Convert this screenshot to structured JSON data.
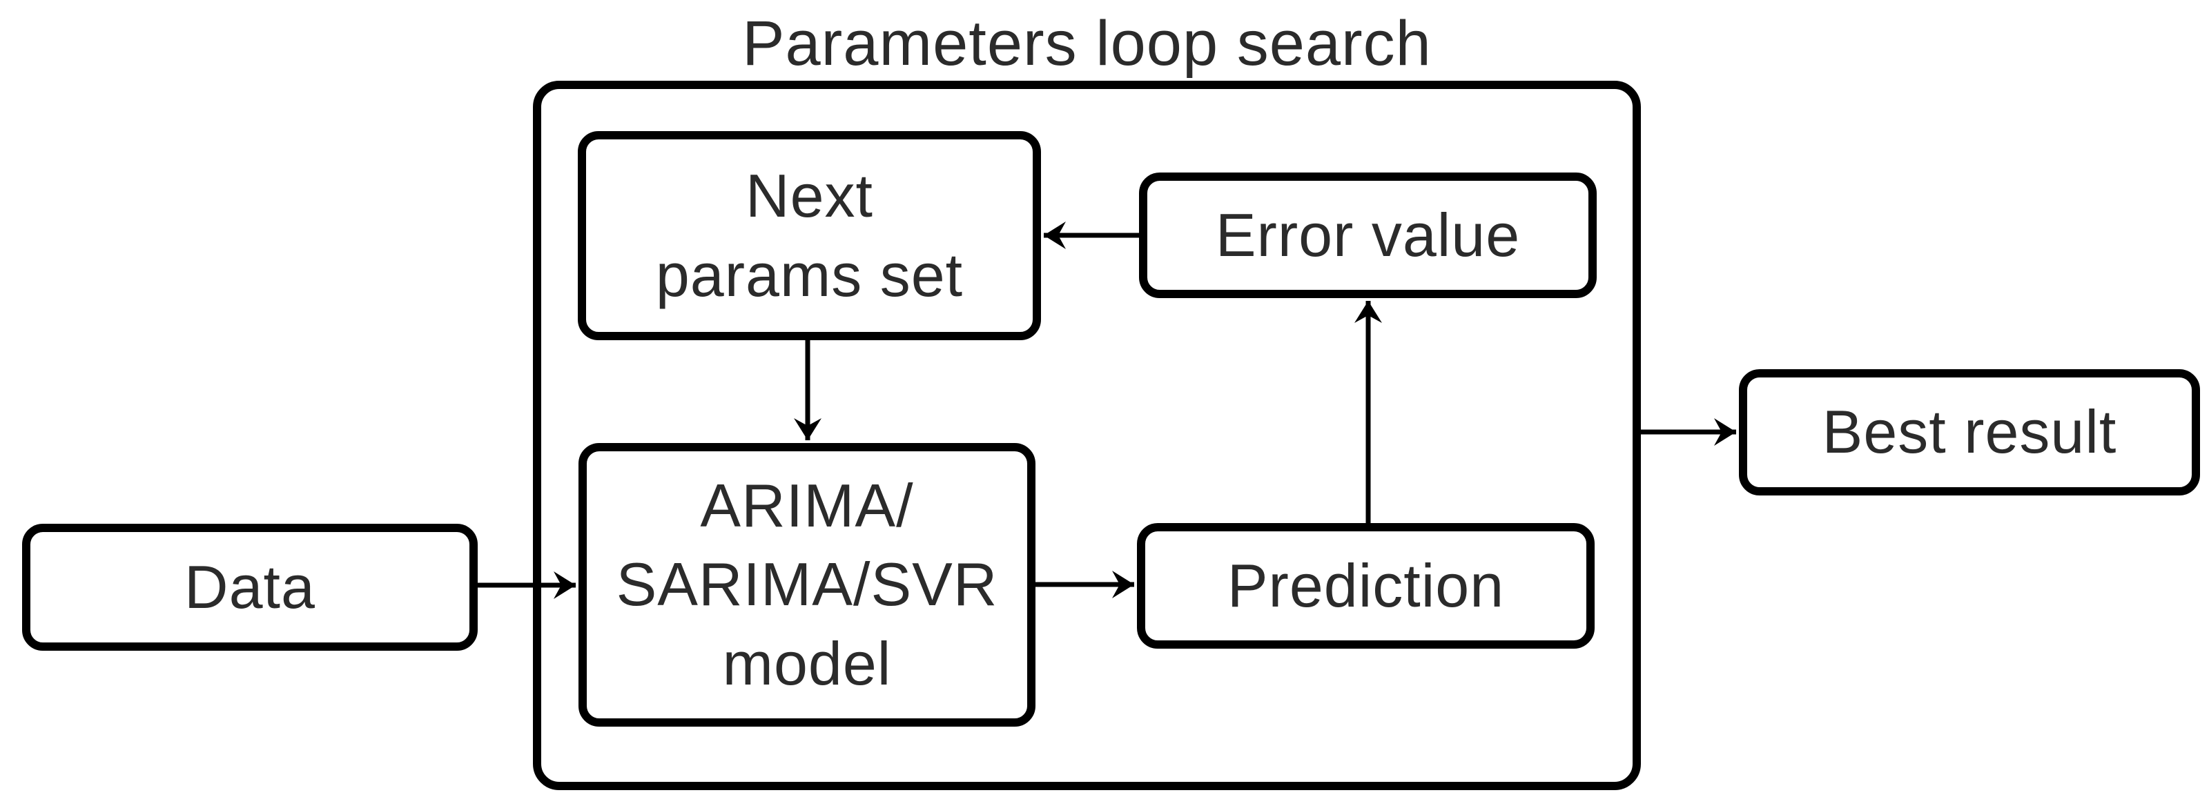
{
  "diagram": {
    "title": "Parameters loop search",
    "nodes": {
      "data": {
        "label": "Data"
      },
      "next": {
        "label": "Next\nparams set"
      },
      "model": {
        "label": "ARIMA/\nSARIMA/SVR\nmodel"
      },
      "error": {
        "label": "Error value"
      },
      "prediction": {
        "label": "Prediction"
      },
      "best": {
        "label": "Best result"
      }
    },
    "edges": [
      {
        "from": "Data",
        "to": "ARIMA/SARIMA/SVR model"
      },
      {
        "from": "Next params set",
        "to": "ARIMA/SARIMA/SVR model"
      },
      {
        "from": "ARIMA/SARIMA/SVR model",
        "to": "Prediction"
      },
      {
        "from": "Prediction",
        "to": "Error value"
      },
      {
        "from": "Error value",
        "to": "Next params set"
      },
      {
        "from": "Parameters loop search",
        "to": "Best result"
      }
    ],
    "colors": {
      "border": "#000000",
      "arrow": "#000000",
      "text": "#2b2b2b",
      "background": "#ffffff"
    }
  }
}
